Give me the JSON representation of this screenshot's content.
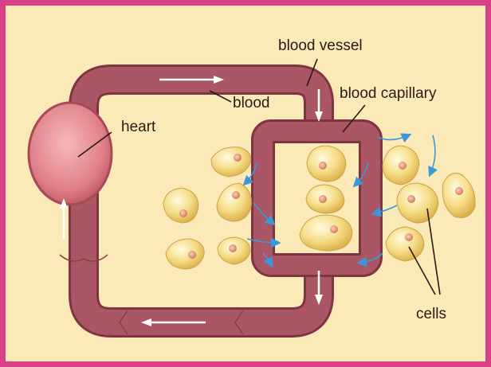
{
  "labels": {
    "blood_vessel": "blood vessel",
    "blood": "blood",
    "blood_capillary": "blood capillary",
    "heart": "heart",
    "cells": "cells"
  },
  "colors": {
    "frame": "#d8408a",
    "background": "#fbeab7",
    "vessel": "#a8515f",
    "vessel_dark": "#7e3441",
    "heart": "#e48b93",
    "cell": "#f0d37a",
    "nucleus": "#e0906e",
    "arrow_white": "#ffffff",
    "arrow_blue": "#3a9ad8"
  },
  "icons": {
    "flow_arrows": "white-arrow",
    "diffusion_arrows": "blue-curved-arrow",
    "cells": "cell-shape"
  }
}
